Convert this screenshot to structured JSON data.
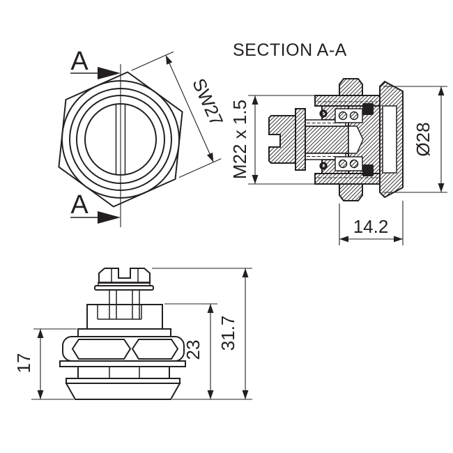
{
  "section_title": "SECTION A-A",
  "colors": {
    "line": "#231f20",
    "background": "#ffffff"
  },
  "front_view": {
    "cut_label_top": "A",
    "cut_label_bottom": "A",
    "dim_across_flats": "SW27"
  },
  "section_view": {
    "dim_thread": "M22 x 1.5",
    "dim_flange_diameter": "Ø28",
    "dim_depth": "14.2"
  },
  "side_view": {
    "dim_lower_height": "17",
    "dim_body_height": "23",
    "dim_overall_height": "31.7"
  }
}
